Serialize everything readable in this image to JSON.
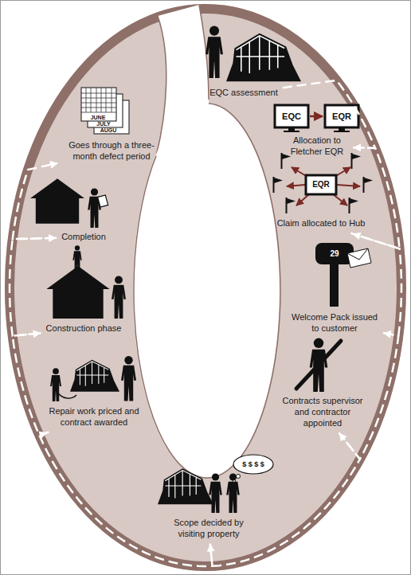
{
  "diagram": {
    "nodes": [
      {
        "text": [
          "EQC assessment"
        ]
      },
      {
        "text": [
          "Allocation to Fletcher EQR"
        ]
      },
      {
        "text": [
          "Claim allocated to Hub"
        ]
      },
      {
        "text": [
          "Welcome Pack issued to customer"
        ]
      },
      {
        "text": [
          "Contracts supervisor and contractor appointed"
        ]
      },
      {
        "text": [
          "Scope decided by visiting property"
        ]
      },
      {
        "text": [
          "Repair work priced and contract awarded"
        ]
      },
      {
        "text": [
          "Construction phase"
        ]
      },
      {
        "text": [
          "Completion"
        ]
      },
      {
        "text": [
          "Goes through a three-month defect period"
        ]
      }
    ],
    "edges": [
      {
        "from": 0,
        "to": 1,
        "arrow": "to"
      },
      {
        "from": 1,
        "to": 2,
        "arrow": "to"
      },
      {
        "from": 2,
        "to": 3,
        "arrow": "to"
      },
      {
        "from": 3,
        "to": 4,
        "arrow": "to"
      },
      {
        "from": 4,
        "to": 5,
        "arrow": "to"
      },
      {
        "from": 5,
        "to": 6,
        "arrow": "to"
      },
      {
        "from": 6,
        "to": 7,
        "arrow": "to"
      },
      {
        "from": 7,
        "to": 8,
        "arrow": "to"
      },
      {
        "from": 8,
        "to": 9,
        "arrow": "to"
      }
    ],
    "labels": [
      "EQC",
      "EQR",
      "EQR",
      "29",
      "$ $ $ $",
      "JUNE",
      "JULY",
      "AUGU"
    ]
  }
}
